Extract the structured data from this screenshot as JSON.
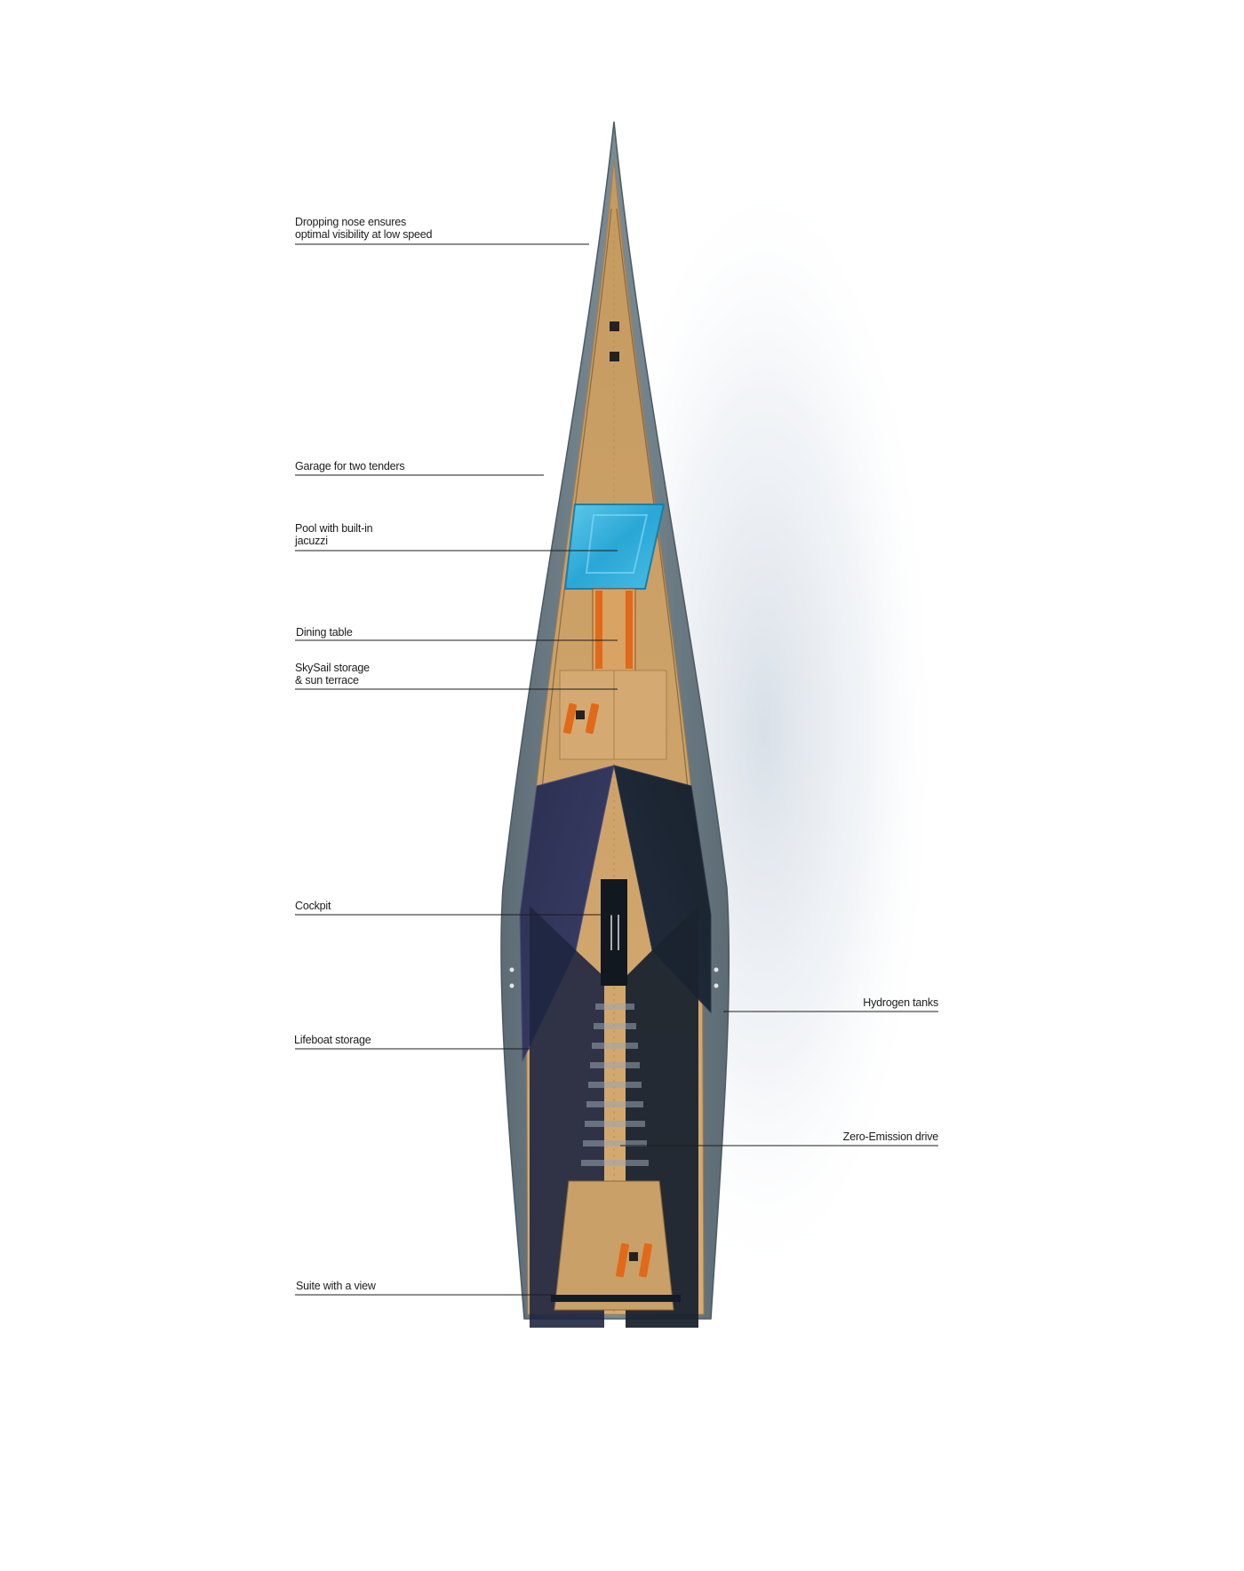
{
  "colors": {
    "background": "#ffffff",
    "hull": "#6f7f88",
    "hull_edge": "#4d5a62",
    "deck": "#c9a067",
    "deck_light": "#d9b27a",
    "glass": "#1f2740",
    "glass_light": "#3a3f66",
    "pool": "#2aa7d6",
    "accent_orange": "#e06a1a",
    "leader_line": "#1c1c1c"
  },
  "labels": {
    "nose": {
      "line1": "Dropping nose ensures",
      "line2": "optimal visibility at low speed"
    },
    "garage": {
      "line1": "Garage for two tenders"
    },
    "pool": {
      "line1": "Pool with built-in",
      "line2": "jacuzzi"
    },
    "dining": {
      "line1": "Dining table"
    },
    "skysail": {
      "line1": "SkySail storage",
      "line2": "& sun terrace"
    },
    "cockpit": {
      "line1": "Cockpit"
    },
    "lifeboat": {
      "line1": "Lifeboat storage"
    },
    "hydrogen": {
      "line1": "Hydrogen tanks"
    },
    "drive": {
      "line1": "Zero-Emission drive"
    },
    "suite": {
      "line1": "Suite with a view"
    }
  }
}
